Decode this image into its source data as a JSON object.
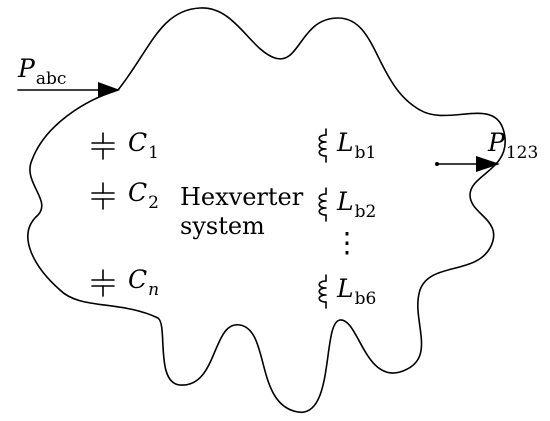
{
  "diagram": {
    "input_port": {
      "symbol": "P",
      "subscript": "abc"
    },
    "output_port": {
      "symbol": "P",
      "subscript": "123"
    },
    "system_label": {
      "line1": "Hexverter",
      "line2": "system"
    },
    "capacitors": [
      {
        "symbol": "C",
        "subscript": "1"
      },
      {
        "symbol": "C",
        "subscript": "2"
      },
      {
        "symbol": "C",
        "subscript": "n"
      }
    ],
    "inductors": [
      {
        "symbol": "L",
        "subscript": "b1"
      },
      {
        "symbol": "L",
        "subscript": "b2"
      },
      {
        "symbol": "L",
        "subscript": "b6"
      }
    ],
    "ellipsis": "⋮"
  }
}
